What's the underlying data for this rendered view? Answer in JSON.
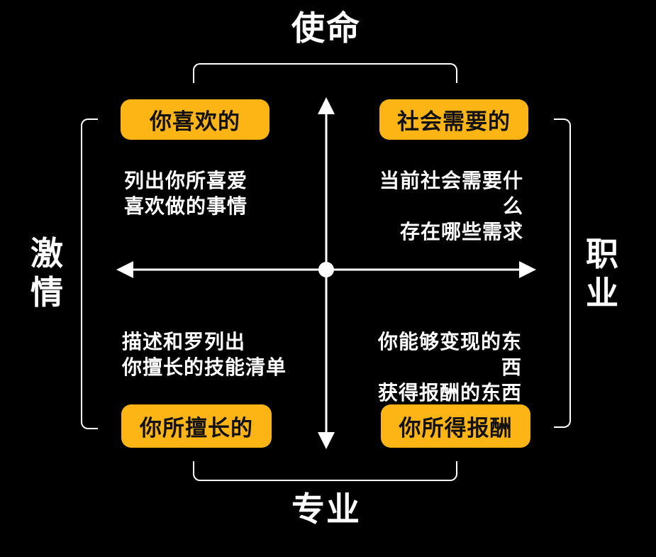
{
  "canvas": {
    "background": "#000000",
    "accent_yellow": "#FDB515",
    "line_white": "#FFFFFF",
    "chip_text_black": "#111111"
  },
  "axis_labels": {
    "top": "使命",
    "bottom": "专业",
    "left": "激情",
    "right": "职业"
  },
  "quadrants": {
    "top_left": {
      "box_label": "你喜欢的",
      "description": "列出你所喜爱\n喜欢做的事情"
    },
    "top_right": {
      "box_label": "社会需要的",
      "description": "当前社会需要什么\n存在哪些需求"
    },
    "bottom_left": {
      "box_label": "你所擅长的",
      "description": "描述和罗列出\n你擅长的技能清单"
    },
    "bottom_right": {
      "box_label": "你所得报酬",
      "description": "你能够变现的东西\n获得报酬的东西"
    }
  }
}
